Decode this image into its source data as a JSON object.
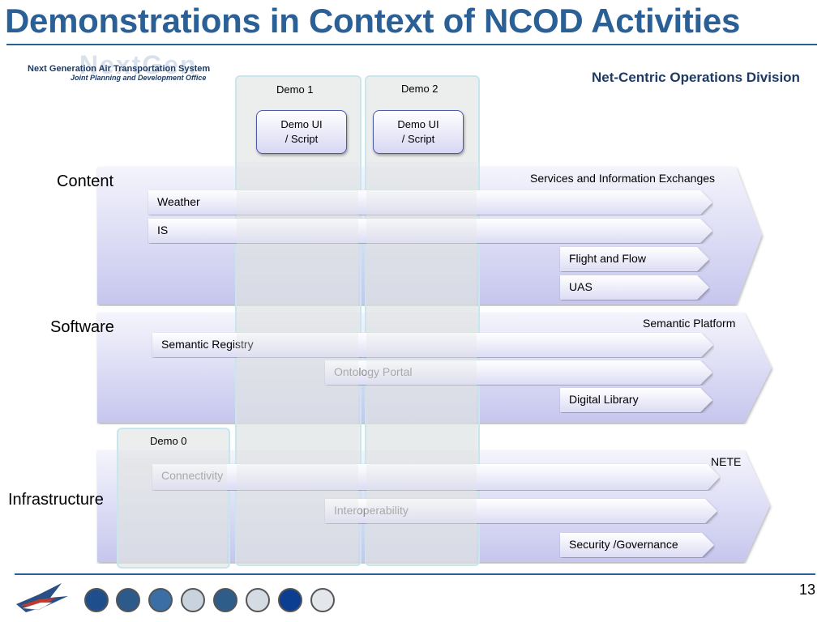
{
  "title": "Demonstrations in Context of NCOD Activities",
  "header": {
    "ngats_line1": "Next Generation Air Transportation System",
    "ngats_line2": "Joint Planning and Development Office",
    "ngats_watermark": "NextGen",
    "division": "Net-Centric Operations Division"
  },
  "rows": {
    "content": {
      "label": "Content",
      "heading": "Services and Information Exchanges",
      "bars": [
        "Weather",
        "IS",
        "Flight and Flow",
        "UAS"
      ]
    },
    "software": {
      "label": "Software",
      "heading": "Semantic Platform",
      "bars": [
        "Semantic Registry",
        "Ontology Portal",
        "Digital Library"
      ]
    },
    "infrastructure": {
      "label": "Infrastructure",
      "heading": "NETE",
      "bars": [
        "Connectivity",
        "Interoperability",
        "Security /Governance"
      ]
    }
  },
  "demos": {
    "demo1": {
      "label": "Demo 1",
      "box_line1": "Demo UI",
      "box_line2": "/ Script"
    },
    "demo2": {
      "label": "Demo 2",
      "box_line1": "Demo UI",
      "box_line2": "/ Script"
    },
    "demo0": {
      "label": "Demo  0"
    }
  },
  "footer": {
    "page_number": "13",
    "agency_seals": [
      "dot-seal",
      "commerce-seal",
      "dod-seal",
      "dot-faa-seal",
      "dhs-seal",
      "usaf-seal",
      "nasa-seal",
      "dni-seal"
    ]
  },
  "colors": {
    "title": "#2a6096",
    "band_gradient_top": "#f2f2fb",
    "band_gradient_bottom": "#c8c8ee",
    "demo_box_border": "#4a5aa8"
  }
}
